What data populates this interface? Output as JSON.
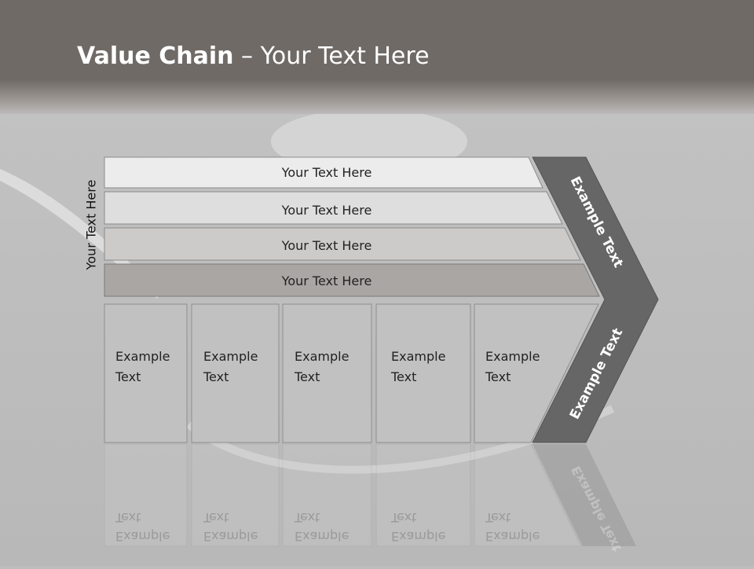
{
  "slide": {
    "title_bold": "Value Chain",
    "title_rest": " – Your Text Here",
    "side_label": "Your Text Here"
  },
  "bars": [
    {
      "label": "Your Text Here",
      "fill": "#ececec"
    },
    {
      "label": "Your Text Here",
      "fill": "#dedede"
    },
    {
      "label": "Your Text Here",
      "fill": "#cdcbca"
    },
    {
      "label": "Your Text Here",
      "fill": "#a9a6a3"
    }
  ],
  "columns": [
    {
      "line1": "Example",
      "line2": "Text"
    },
    {
      "line1": "Example",
      "line2": "Text"
    },
    {
      "line1": "Example",
      "line2": "Text"
    },
    {
      "line1": "Example",
      "line2": "Text"
    },
    {
      "line1": "Example",
      "line2": "Text"
    }
  ],
  "chevron": {
    "top_label": "Example Text",
    "bottom_label": "Example Text",
    "fill": "#666666"
  }
}
